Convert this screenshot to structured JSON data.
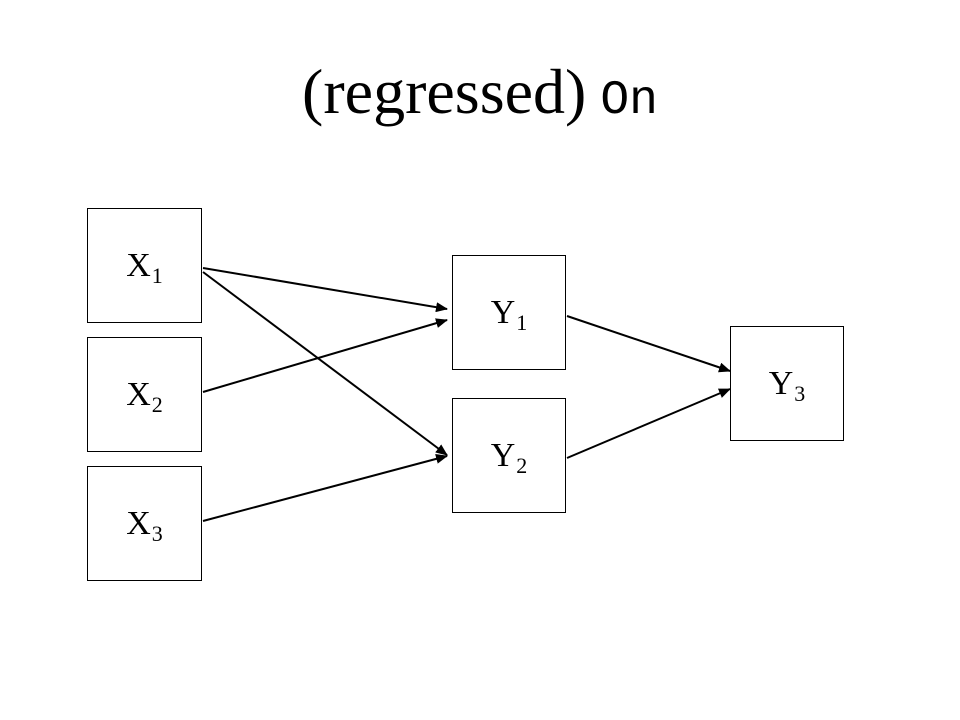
{
  "title": {
    "main": "(regressed)",
    "suffix": "On"
  },
  "nodes": {
    "x1": {
      "letter": "X",
      "sub": "1"
    },
    "x2": {
      "letter": "X",
      "sub": "2"
    },
    "x3": {
      "letter": "X",
      "sub": "3"
    },
    "y1": {
      "letter": "Y",
      "sub": "1"
    },
    "y2": {
      "letter": "Y",
      "sub": "2"
    },
    "y3": {
      "letter": "Y",
      "sub": "3"
    }
  },
  "edges": [
    {
      "from": "X1",
      "to": "Y1"
    },
    {
      "from": "X1",
      "to": "Y2"
    },
    {
      "from": "X2",
      "to": "Y1"
    },
    {
      "from": "X3",
      "to": "Y2"
    },
    {
      "from": "Y1",
      "to": "Y3"
    },
    {
      "from": "Y2",
      "to": "Y3"
    }
  ],
  "colors": {
    "line": "#000000",
    "background": "#ffffff"
  }
}
